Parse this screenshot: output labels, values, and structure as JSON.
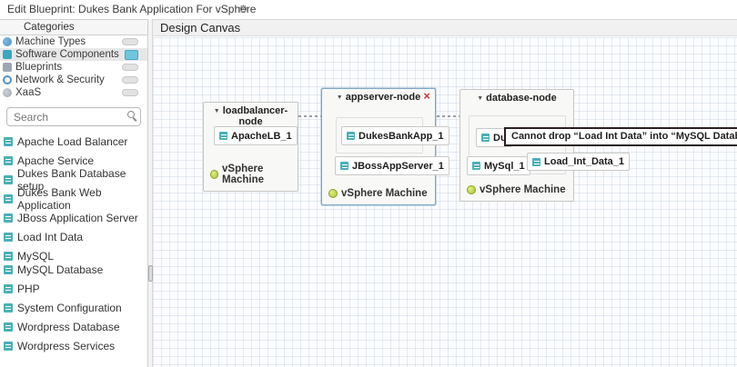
{
  "header": {
    "title": "Edit Blueprint: Dukes Bank Application For vSphere",
    "gear_icon": "⚙"
  },
  "sidebar": {
    "categories_title": "Categories",
    "categories": [
      {
        "label": "Machine Types"
      },
      {
        "label": "Software Components"
      },
      {
        "label": "Blueprints"
      },
      {
        "label": "Network & Security"
      },
      {
        "label": "XaaS"
      }
    ],
    "search": {
      "placeholder": "Search"
    },
    "components": [
      "Apache Load Balancer",
      "Apache Service",
      "Dukes Bank Database setup",
      "Dukes Bank Web Application",
      "JBoss Application Server",
      "Load Int Data",
      "MySQL",
      "MySQL Database",
      "PHP",
      "System Configuration",
      "Wordpress Database",
      "Wordpress Services"
    ]
  },
  "canvas": {
    "title": "Design Canvas",
    "nodes": [
      {
        "name": "loadbalancer-node",
        "collapse_icon": "▼",
        "machine": "vSphere Machine",
        "components": [
          "ApacheLB_1"
        ]
      },
      {
        "name": "appserver-node",
        "collapse_icon": "▼",
        "close_label": "×",
        "machine": "vSphere Machine",
        "components": [
          "DukesBankApp_1",
          "JBossAppServer_1"
        ]
      },
      {
        "name": "database-node",
        "collapse_icon": "▼",
        "machine": "vSphere Machine",
        "components": [
          "Du",
          "MySql_1",
          "Load_Int_Data_1"
        ]
      }
    ],
    "tooltip": "Cannot drop “Load Int Data” into “MySQL Database”"
  }
}
